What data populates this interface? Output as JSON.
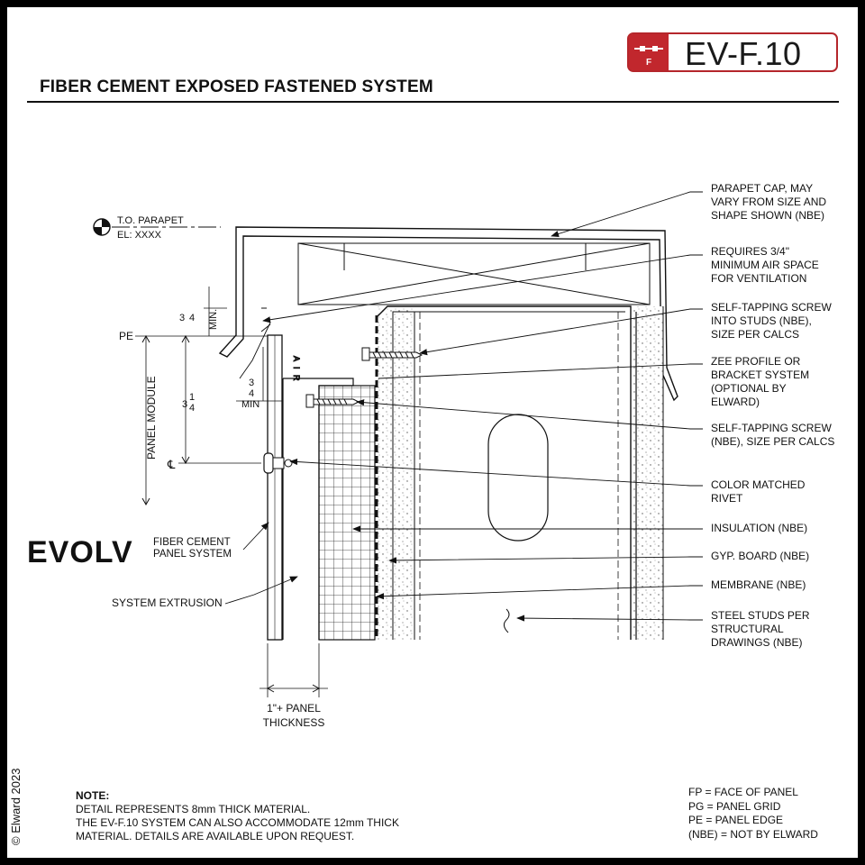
{
  "header": {
    "detail_code": "EV-F.10",
    "badge_letter": "F",
    "title": "FIBER CEMENT EXPOSED FASTENED SYSTEM"
  },
  "datum": {
    "line1": "T.O. PARAPET",
    "line2": "EL: XXXX"
  },
  "dimensions": {
    "pe": "PE",
    "panel_module": "PANEL MODULE",
    "cl": "℄",
    "three_quarter_min_a": "MIN.",
    "three_quarter_min_b": "MIN",
    "frac_num": "3",
    "frac_den": "4",
    "three_quarter_mark": "″",
    "three_quarter_whole": "3",
    "three_quarter_num": "1",
    "three_quarter_den": "4",
    "panel_thickness_1": "1\"+ PANEL",
    "panel_thickness_2": "THICKNESS",
    "air": "A I R"
  },
  "callouts": [
    {
      "lines": [
        "PARAPET CAP, MAY",
        "VARY FROM SIZE AND",
        "SHAPE SHOWN (NBE)"
      ]
    },
    {
      "lines": [
        "REQUIRES 3/4\"",
        "MINIMUM AIR SPACE",
        "FOR VENTILATION"
      ]
    },
    {
      "lines": [
        "SELF-TAPPING SCREW",
        "INTO STUDS (NBE),",
        "SIZE PER CALCS"
      ]
    },
    {
      "lines": [
        "ZEE PROFILE OR",
        "BRACKET SYSTEM",
        "(OPTIONAL BY",
        "ELWARD)"
      ]
    },
    {
      "lines": [
        "SELF-TAPPING SCREW",
        "(NBE), SIZE PER CALCS"
      ]
    },
    {
      "lines": [
        "COLOR MATCHED",
        "RIVET"
      ]
    },
    {
      "lines": [
        "INSULATION (NBE)"
      ]
    },
    {
      "lines": [
        "GYP. BOARD (NBE)"
      ]
    },
    {
      "lines": [
        "MEMBRANE (NBE)"
      ]
    },
    {
      "lines": [
        "STEEL STUDS PER",
        "STRUCTURAL",
        "DRAWINGS (NBE)"
      ]
    }
  ],
  "left_labels": {
    "brand": "EVOLV",
    "brand_sub_1": "FIBER CEMENT",
    "brand_sub_2": "PANEL SYSTEM",
    "system_extrusion": "SYSTEM EXTRUSION"
  },
  "note": {
    "heading": "NOTE:",
    "lines": [
      "DETAIL REPRESENTS 8mm THICK MATERIAL.",
      "THE EV-F.10 SYSTEM CAN ALSO ACCOMMODATE 12mm THICK",
      "MATERIAL.  DETAILS ARE AVAILABLE UPON REQUEST."
    ]
  },
  "legend": [
    "FP = FACE OF PANEL",
    "PG = PANEL GRID",
    "PE = PANEL EDGE",
    "(NBE) = NOT BY ELWARD"
  ],
  "copyright": "© Elward 2023"
}
